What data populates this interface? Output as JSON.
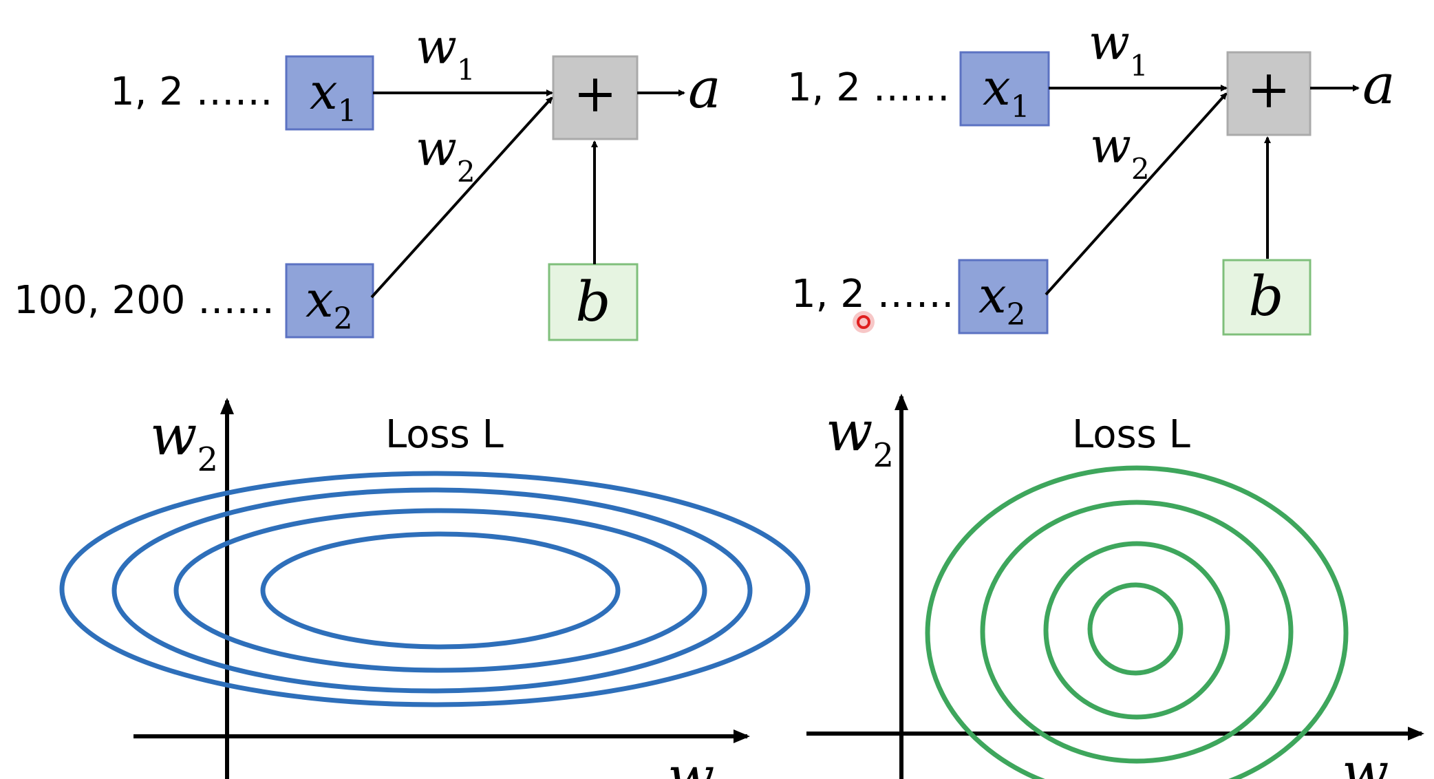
{
  "colors": {
    "node_fill": "#8FA3D9",
    "node_stroke": "#5B72C2",
    "sum_fill": "#C8C8C8",
    "sum_stroke": "#AAAAAA",
    "bias_fill": "#E6F4E1",
    "bias_stroke": "#7FBF7B",
    "contour_blue": "#2E6FBA",
    "contour_green": "#3EA65C",
    "cursor_red": "#E02020"
  },
  "left_panel": {
    "input1_values": "1, 2 ……",
    "input2_values": "100, 200 ……",
    "x1_base": "x",
    "x1_sub": "1",
    "x2_base": "x",
    "x2_sub": "2",
    "w1_base": "w",
    "w1_sub": "1",
    "w2_base": "w",
    "w2_sub": "2",
    "sum_symbol": "+",
    "bias_symbol": "b",
    "output_symbol": "a"
  },
  "right_panel": {
    "input1_values": "1, 2 ……",
    "input2_values": "1, 2 ……",
    "x1_base": "x",
    "x1_sub": "1",
    "x2_base": "x",
    "x2_sub": "2",
    "w1_base": "w",
    "w1_sub": "1",
    "w2_base": "w",
    "w2_sub": "2",
    "sum_symbol": "+",
    "bias_symbol": "b",
    "output_symbol": "a"
  },
  "left_plot": {
    "title": "Loss L",
    "y_axis_base": "w",
    "y_axis_sub": "2",
    "x_axis_base": "w"
  },
  "right_plot": {
    "title": "Loss L",
    "y_axis_base": "w",
    "y_axis_sub": "2",
    "x_axis_base": "w"
  }
}
